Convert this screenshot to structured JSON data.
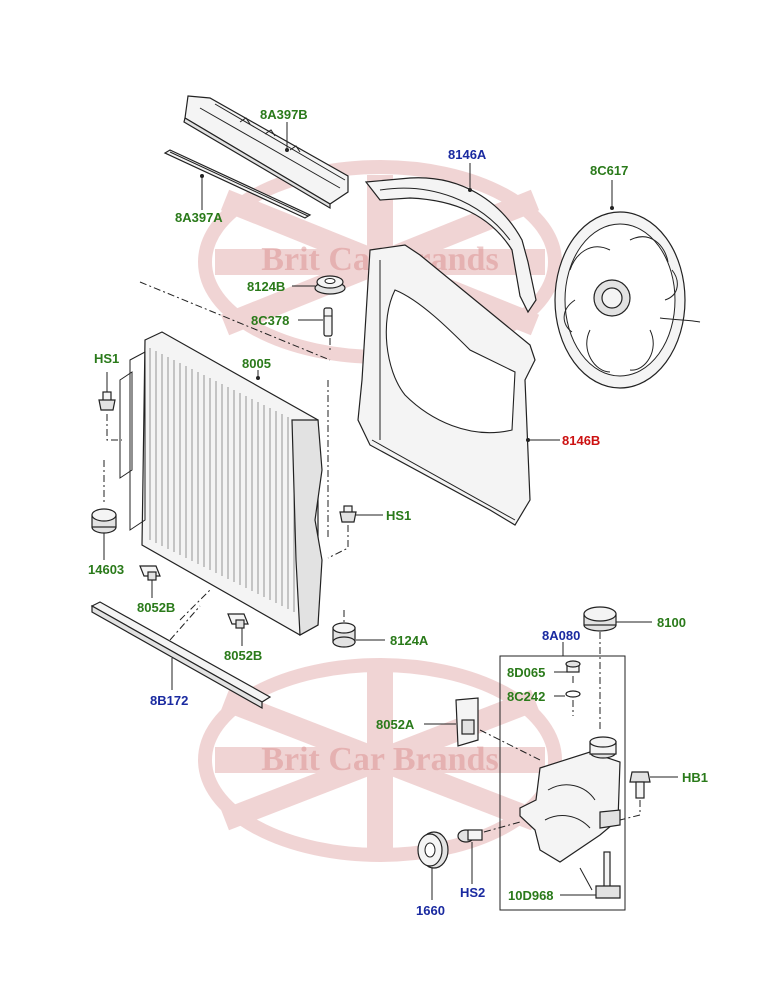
{
  "watermark": {
    "text": "Brit Car Brands"
  },
  "colors": {
    "green": "#2a7a1a",
    "blue": "#1a2aa0",
    "red": "#cc1111",
    "line": "#222222",
    "wm": "#e8a0a0"
  },
  "labels": {
    "c8A397B": "8A397B",
    "c8A397A": "8A397A",
    "c8146A": "8146A",
    "c8C617": "8C617",
    "c8124B": "8124B",
    "c8C378": "8C378",
    "hs1a": "HS1",
    "c8005": "8005",
    "c8146B": "8146B",
    "hs1b": "HS1",
    "c14603": "14603",
    "c8052Ba": "8052B",
    "c8052Bb": "8052B",
    "c8124A": "8124A",
    "c8100": "8100",
    "c8A080": "8A080",
    "c8D065": "8D065",
    "c8C242": "8C242",
    "c8052A": "8052A",
    "c8B172": "8B172",
    "hb1": "HB1",
    "c1660": "1660",
    "hs2": "HS2",
    "c10D968": "10D968"
  }
}
